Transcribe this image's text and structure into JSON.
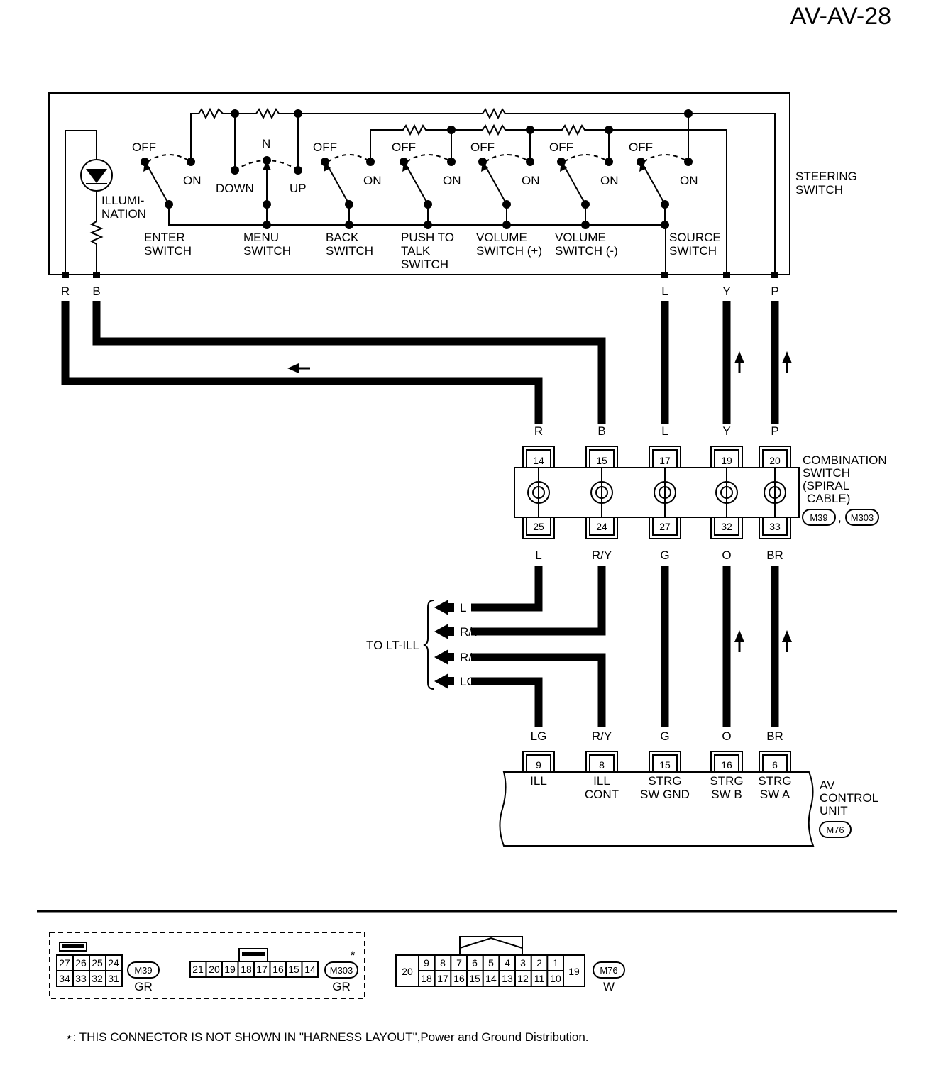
{
  "page_id": "AV-AV-28",
  "steering_switch": {
    "label_line1": "STEERING",
    "label_line2": "SWITCH",
    "illumination_line1": "ILLUMI-",
    "illumination_line2": "NATION",
    "off": "OFF",
    "on": "ON",
    "menu_n": "N",
    "menu_down": "DOWN",
    "menu_up": "UP",
    "switches": [
      {
        "line1": "ENTER",
        "line2": "SWITCH",
        "line3": ""
      },
      {
        "line1": "MENU",
        "line2": "SWITCH",
        "line3": ""
      },
      {
        "line1": "BACK",
        "line2": "SWITCH",
        "line3": ""
      },
      {
        "line1": "PUSH TO",
        "line2": "TALK",
        "line3": "SWITCH"
      },
      {
        "line1": "VOLUME",
        "line2": "SWITCH (+)",
        "line3": ""
      },
      {
        "line1": "VOLUME",
        "line2": "SWITCH (-)",
        "line3": ""
      },
      {
        "line1": "SOURCE",
        "line2": "SWITCH",
        "line3": ""
      }
    ],
    "wire_colors": [
      "R",
      "B",
      "L",
      "Y",
      "P"
    ]
  },
  "combination_switch": {
    "label_line1": "COMBINATION",
    "label_line2": "SWITCH",
    "label_line3": "(SPIRAL",
    "label_line4": "CABLE)",
    "connector_a": "M39",
    "connector_b": "M303",
    "separator": ",",
    "top_colors": [
      "R",
      "B",
      "L",
      "Y",
      "P"
    ],
    "top_pins": [
      "14",
      "15",
      "17",
      "19",
      "20"
    ],
    "bottom_pins": [
      "25",
      "24",
      "27",
      "32",
      "33"
    ],
    "bottom_colors": [
      "L",
      "R/Y",
      "G",
      "O",
      "BR"
    ]
  },
  "lt_ill": {
    "label": "TO LT-ILL",
    "wires": [
      "L",
      "R/Y",
      "R/Y",
      "LG"
    ]
  },
  "av_control_unit": {
    "label_line1": "AV",
    "label_line2": "CONTROL",
    "label_line3": "UNIT",
    "connector": "M76",
    "top_colors": [
      "LG",
      "R/Y",
      "G",
      "O",
      "BR"
    ],
    "pins": [
      "9",
      "8",
      "15",
      "16",
      "6"
    ],
    "terminals": [
      {
        "line1": "ILL",
        "line2": ""
      },
      {
        "line1": "ILL",
        "line2": "CONT"
      },
      {
        "line1": "STRG",
        "line2": "SW GND"
      },
      {
        "line1": "STRG",
        "line2": "SW B"
      },
      {
        "line1": "STRG",
        "line2": "SW A"
      }
    ]
  },
  "connector_views": {
    "m39": {
      "row1": [
        "27",
        "26",
        "25",
        "24"
      ],
      "row2": [
        "34",
        "33",
        "32",
        "31"
      ],
      "name": "M39",
      "color": "GR"
    },
    "m303": {
      "row": [
        "21",
        "20",
        "19",
        "18",
        "17",
        "16",
        "15",
        "14"
      ],
      "name": "M303",
      "color": "GR",
      "star": "*"
    },
    "m76": {
      "row1": [
        "9",
        "8",
        "7",
        "6",
        "5",
        "4",
        "3",
        "2",
        "1"
      ],
      "row2": [
        "18",
        "17",
        "16",
        "15",
        "14",
        "13",
        "12",
        "11",
        "10"
      ],
      "left": "20",
      "right": "19",
      "name": "M76",
      "color": "W"
    }
  },
  "footnote": "⋆: THIS CONNECTOR IS NOT SHOWN IN \"HARNESS LAYOUT\",Power and Ground Distribution."
}
